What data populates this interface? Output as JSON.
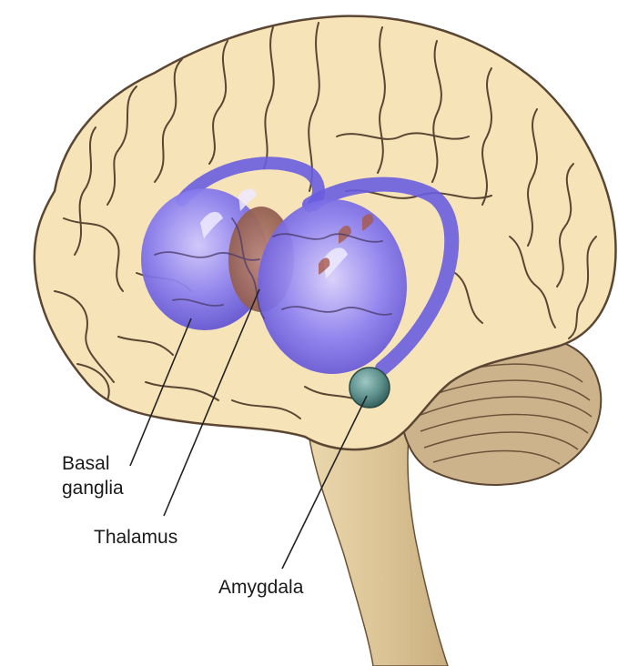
{
  "labels": {
    "basal_line1": "Basal",
    "basal_line2": "ganglia",
    "thalamus": "Thalamus",
    "amygdala": "Amygdala"
  },
  "colors": {
    "cortex": "#f6e4b8",
    "cortex_outline": "#5a4632",
    "basal_ganglia": "#7b6fe0",
    "thalamus": "#9a6a5e",
    "amygdala": "#4f7f7c",
    "cerebellum": "#cdb38c",
    "brainstem": "#e3cfa3"
  }
}
